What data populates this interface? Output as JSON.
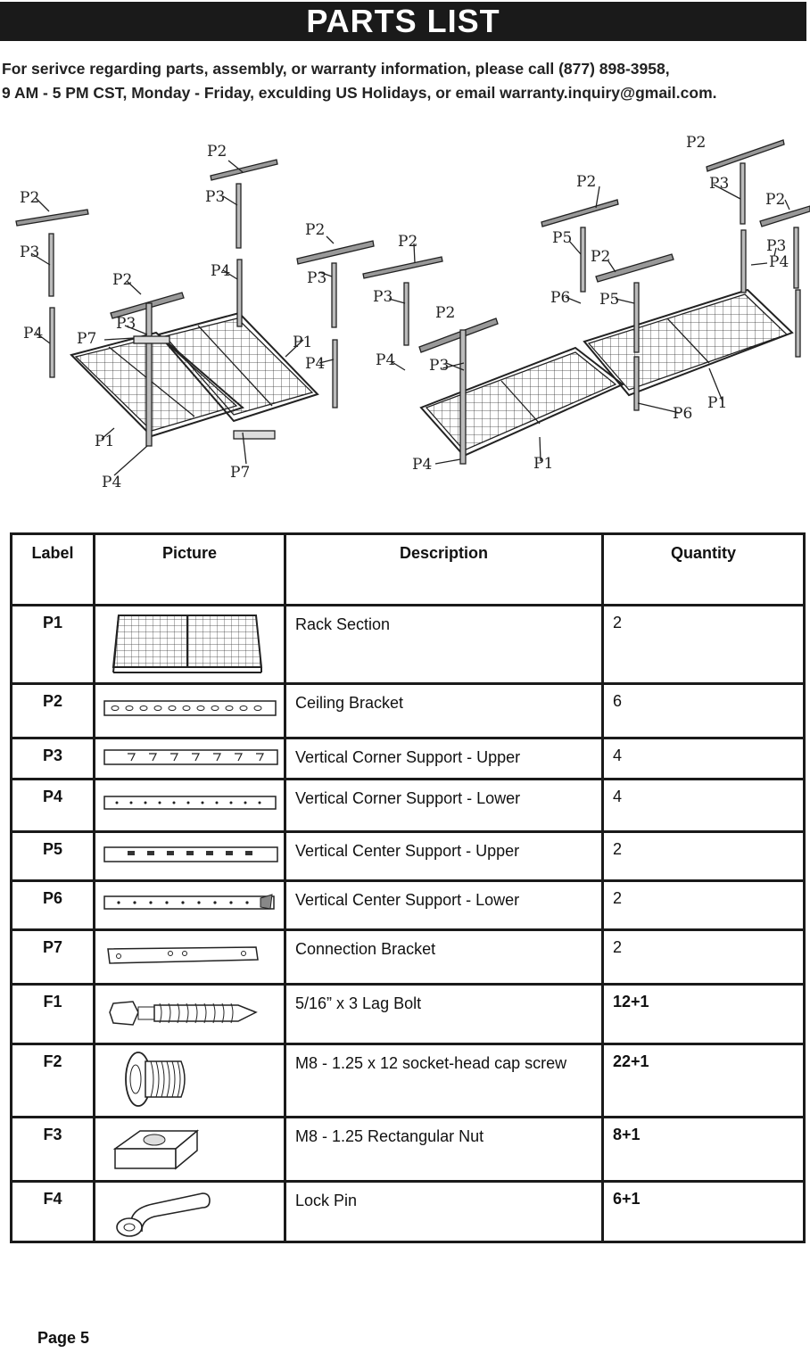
{
  "header": {
    "title": "PARTS LIST"
  },
  "intro": {
    "line1": "For serivce regarding parts, assembly, or warranty information, please call (877) 898-3958,",
    "line2": "9 AM - 5 PM CST, Monday - Friday, exculding US Holidays, or email warranty.inquiry@gmail.com."
  },
  "diagram": {
    "labels": [
      "P1",
      "P2",
      "P3",
      "P4",
      "P5",
      "P6",
      "P7"
    ]
  },
  "table": {
    "headers": {
      "label": "Label",
      "picture": "Picture",
      "description": "Description",
      "quantity": "Quantity"
    },
    "rows": [
      {
        "label": "P1",
        "picture": "rack-section-icon",
        "description": "Rack Section",
        "quantity": "2"
      },
      {
        "label": "P2",
        "picture": "ceiling-bracket-icon",
        "description": "Ceiling Bracket",
        "quantity": "6"
      },
      {
        "label": "P3",
        "picture": "upper-corner-support-icon",
        "description": "Vertical Corner Support - Upper",
        "quantity": "4"
      },
      {
        "label": "P4",
        "picture": "lower-corner-support-icon",
        "description": "Vertical Corner Support - Lower",
        "quantity": "4"
      },
      {
        "label": "P5",
        "picture": "upper-center-support-icon",
        "description": "Vertical Center Support - Upper",
        "quantity": "2"
      },
      {
        "label": "P6",
        "picture": "lower-center-support-icon",
        "description": "Vertical Center Support - Lower",
        "quantity": "2"
      },
      {
        "label": "P7",
        "picture": "connection-bracket-icon",
        "description": "Connection Bracket",
        "quantity": "2"
      },
      {
        "label": "F1",
        "picture": "lag-bolt-icon",
        "description": "5/16” x 3 Lag Bolt",
        "quantity": "12+1"
      },
      {
        "label": "F2",
        "picture": "cap-screw-icon",
        "description": "M8 - 1.25 x 12 socket-head cap screw",
        "quantity": "22+1"
      },
      {
        "label": "F3",
        "picture": "rectangular-nut-icon",
        "description": "M8 - 1.25 Rectangular Nut",
        "quantity": "8+1"
      },
      {
        "label": "F4",
        "picture": "lock-pin-icon",
        "description": "Lock Pin",
        "quantity": "6+1"
      }
    ]
  },
  "footer": {
    "page": "Page 5"
  }
}
